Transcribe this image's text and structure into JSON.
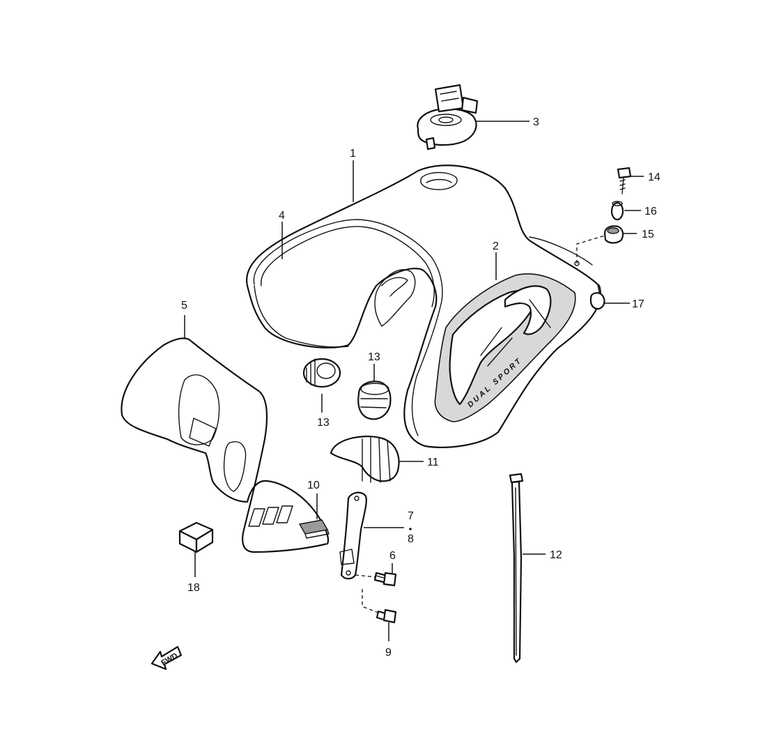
{
  "callouts": {
    "c1": "1",
    "c2": "2",
    "c3": "3",
    "c4": "4",
    "c5": "5",
    "c6": "6",
    "c7": "7",
    "c8": "8",
    "c9": "9",
    "c10": "10",
    "c11": "11",
    "c12": "12",
    "c13a": "13",
    "c13b": "13",
    "c14": "14",
    "c15": "15",
    "c16": "16",
    "c17": "17",
    "c18": "18"
  },
  "decal_text": "DUAL SPORT",
  "fwd_label": "FWD"
}
